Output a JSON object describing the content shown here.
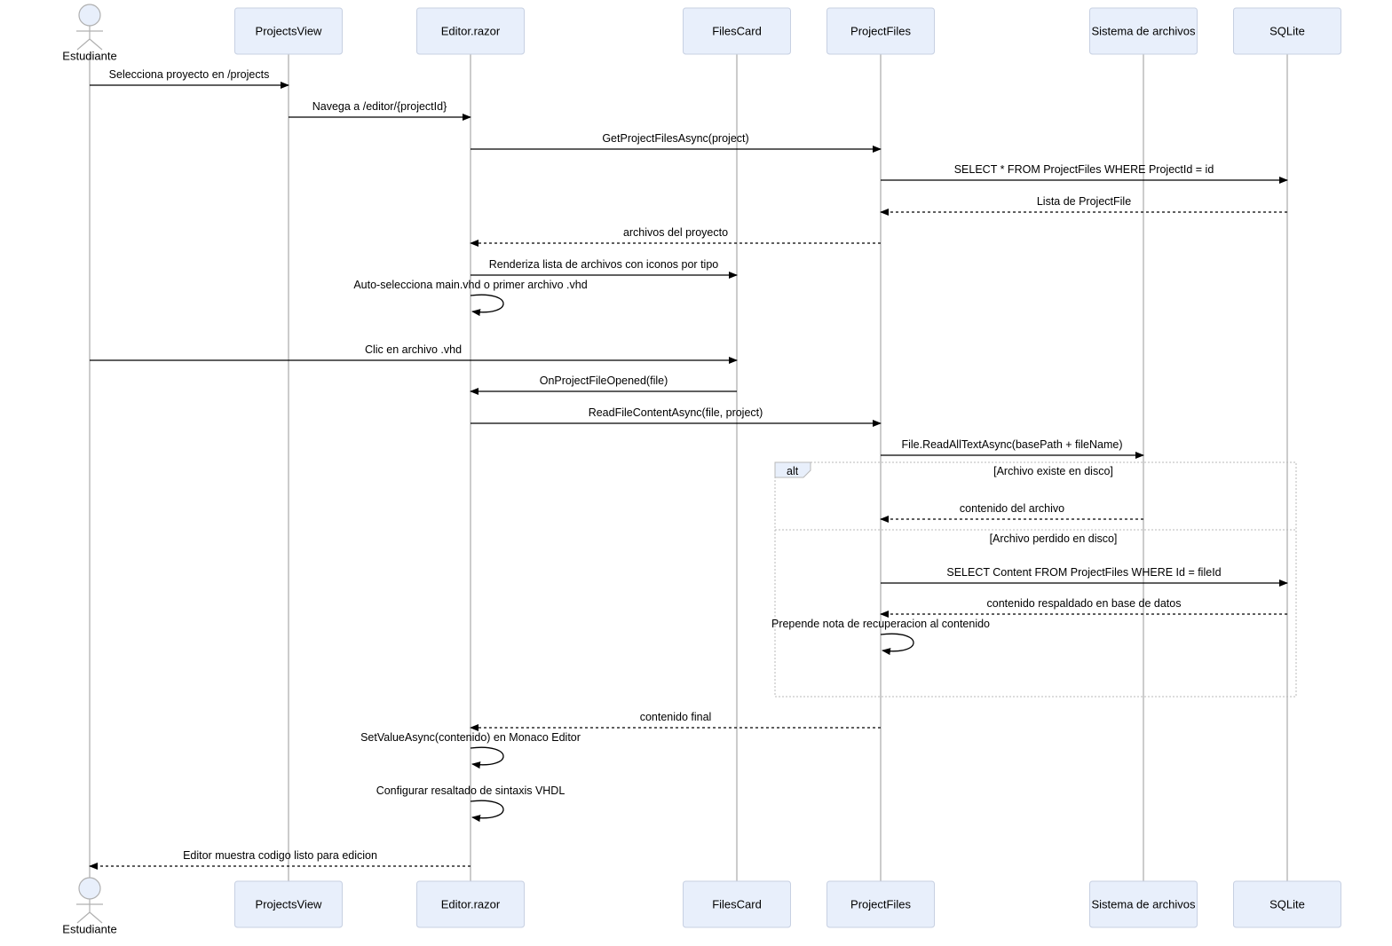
{
  "participants": [
    {
      "id": "est",
      "label": "Estudiante",
      "kind": "actor"
    },
    {
      "id": "pv",
      "label": "ProjectsView",
      "kind": "box"
    },
    {
      "id": "ed",
      "label": "Editor.razor",
      "kind": "box"
    },
    {
      "id": "fc",
      "label": "FilesCard",
      "kind": "box"
    },
    {
      "id": "pf",
      "label": "ProjectFiles",
      "kind": "box"
    },
    {
      "id": "fs",
      "label": "Sistema de archivos",
      "kind": "box"
    },
    {
      "id": "db",
      "label": "SQLite",
      "kind": "box"
    }
  ],
  "messages": [
    {
      "from": "est",
      "to": "pv",
      "text": "Selecciona proyecto en /projects",
      "style": "solid"
    },
    {
      "from": "pv",
      "to": "ed",
      "text": "Navega a /editor/{projectId}",
      "style": "solid"
    },
    {
      "from": "ed",
      "to": "pf",
      "text": "GetProjectFilesAsync(project)",
      "style": "solid"
    },
    {
      "from": "pf",
      "to": "db",
      "text": "SELECT * FROM ProjectFiles WHERE ProjectId = id",
      "style": "solid"
    },
    {
      "from": "db",
      "to": "pf",
      "text": "Lista de ProjectFile",
      "style": "dashed"
    },
    {
      "from": "pf",
      "to": "ed",
      "text": "archivos del proyecto",
      "style": "dashed"
    },
    {
      "from": "ed",
      "to": "fc",
      "text": "Renderiza lista de archivos con iconos por tipo",
      "style": "solid"
    },
    {
      "from": "ed",
      "to": "ed",
      "text": "Auto-selecciona main.vhd o primer archivo .vhd",
      "style": "solid"
    },
    {
      "from": "est",
      "to": "fc",
      "text": "Clic en archivo .vhd",
      "style": "solid"
    },
    {
      "from": "fc",
      "to": "ed",
      "text": "OnProjectFileOpened(file)",
      "style": "solid"
    },
    {
      "from": "ed",
      "to": "pf",
      "text": "ReadFileContentAsync(file, project)",
      "style": "solid"
    },
    {
      "from": "pf",
      "to": "fs",
      "text": "File.ReadAllTextAsync(basePath + fileName)",
      "style": "solid"
    },
    {
      "from": "fs",
      "to": "pf",
      "text": "contenido del archivo",
      "style": "dashed"
    },
    {
      "from": "pf",
      "to": "db",
      "text": "SELECT Content FROM ProjectFiles WHERE Id = fileId",
      "style": "solid"
    },
    {
      "from": "db",
      "to": "pf",
      "text": "contenido respaldado en base de datos",
      "style": "dashed"
    },
    {
      "from": "pf",
      "to": "pf",
      "text": "Prepende nota de recuperacion al contenido",
      "style": "solid"
    },
    {
      "from": "pf",
      "to": "ed",
      "text": "contenido final",
      "style": "dashed"
    },
    {
      "from": "ed",
      "to": "ed",
      "text": "SetValueAsync(contenido) en Monaco Editor",
      "style": "solid"
    },
    {
      "from": "ed",
      "to": "ed",
      "text": "Configurar resaltado de sintaxis VHDL",
      "style": "solid"
    },
    {
      "from": "ed",
      "to": "est",
      "text": "Editor muestra codigo listo para edicion",
      "style": "dashed"
    }
  ],
  "alt_block": {
    "tag": "alt",
    "sections": [
      {
        "condition": "[Archivo existe en disco]"
      },
      {
        "condition": "[Archivo perdido en disco]"
      }
    ]
  },
  "colors": {
    "participant_fill": "#e8effb",
    "participant_border": "#c7d0e2",
    "lifeline": "#cccccc",
    "arrow": "#000000"
  }
}
